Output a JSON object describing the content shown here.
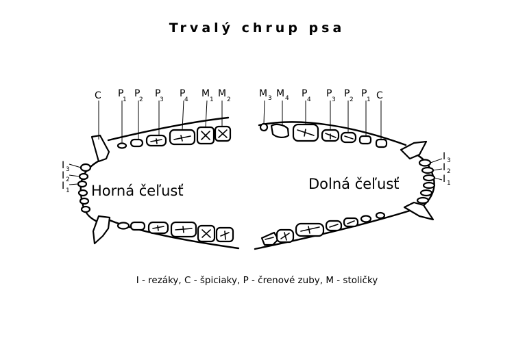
{
  "title": "Trvalý chrup psa",
  "jaws": {
    "upper": "Horná čeľusť",
    "lower": "Dolná čeľusť"
  },
  "upper_labels": [
    {
      "letter": "C",
      "sub": ""
    },
    {
      "letter": "P",
      "sub": "1"
    },
    {
      "letter": "P",
      "sub": "2"
    },
    {
      "letter": "P",
      "sub": "3"
    },
    {
      "letter": "P",
      "sub": "4"
    },
    {
      "letter": "M",
      "sub": "1"
    },
    {
      "letter": "M",
      "sub": "2"
    }
  ],
  "lower_labels": [
    {
      "letter": "M",
      "sub": "3"
    },
    {
      "letter": "M",
      "sub": "4"
    },
    {
      "letter": "P",
      "sub": "4"
    },
    {
      "letter": "P",
      "sub": "3"
    },
    {
      "letter": "P",
      "sub": "2"
    },
    {
      "letter": "P",
      "sub": "1"
    },
    {
      "letter": "C",
      "sub": ""
    }
  ],
  "incisor_labels_left": [
    {
      "letter": "I",
      "sub": "3"
    },
    {
      "letter": "I",
      "sub": "2"
    },
    {
      "letter": "I",
      "sub": "1"
    }
  ],
  "incisor_labels_right": [
    {
      "letter": "I",
      "sub": "3"
    },
    {
      "letter": "I",
      "sub": "2"
    },
    {
      "letter": "I",
      "sub": "1"
    }
  ],
  "legend": "I - rezáky, C - špiciaky, P - črenové zuby, M - stoličky"
}
